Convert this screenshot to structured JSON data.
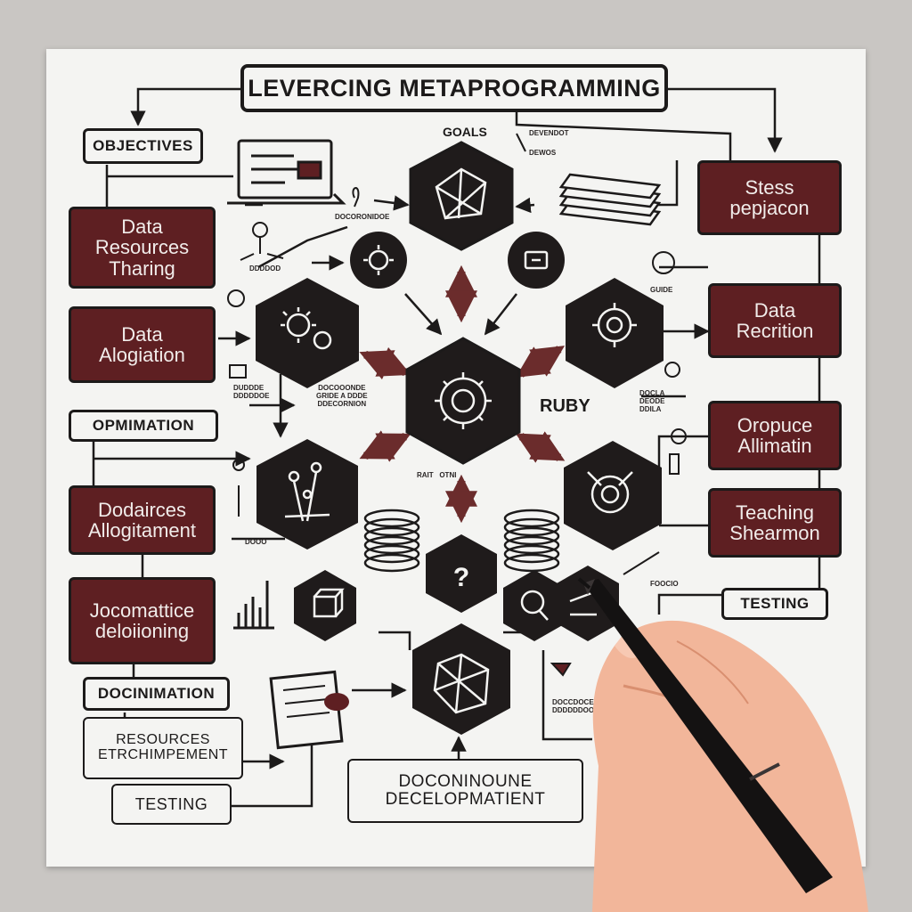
{
  "title": "LEVERCING METAPROGRAMMING",
  "center_label": "RUBY",
  "goals_label": "GOALS",
  "left_boxes": [
    {
      "id": "objectives",
      "text": "OBJECTIVES"
    },
    {
      "id": "data-resources-tharing",
      "text": "Data\nResources\nTharing"
    },
    {
      "id": "data-alogiation",
      "text": "Data\nAlogiation"
    },
    {
      "id": "opmimation",
      "text": "OPMIMATION"
    },
    {
      "id": "dodairces-allogitament",
      "text": "Dodairces\nAllogitament"
    },
    {
      "id": "jocomattice-delolioning",
      "text": "Jocomattice\ndeloiioning"
    },
    {
      "id": "docinimation",
      "text": "DOCINIMATION"
    }
  ],
  "right_boxes": [
    {
      "id": "stess-pepjacon",
      "text": "Stess\npepjacon"
    },
    {
      "id": "data-recrition",
      "text": "Data\nRecrition"
    },
    {
      "id": "oropuce-allimatin",
      "text": "Oropuce\nAllimatin"
    },
    {
      "id": "teaching-shearmon",
      "text": "Teaching\nShearmon"
    },
    {
      "id": "testing-right",
      "text": "TESTING"
    }
  ],
  "bottom_boxes": [
    {
      "id": "resources-etrchimpement",
      "text": "RESOURCES\nETRCHIMPEMENT"
    },
    {
      "id": "testing-bottom",
      "text": "TESTING"
    },
    {
      "id": "doconinoune-decelopmatient",
      "text": "DOCONINOUNE\nDECELOPMATIENT"
    }
  ],
  "scribbles": [
    "DOCORONIDOE",
    "DEVENDOT",
    "DEWOS",
    "DDDDOD",
    "GUIDE",
    "DUDDDE\nDDDDDOE",
    "DOCOOONDE\nGRIDE A DDDE\nDDECORNION",
    "DOCLA\nDEODE\nDDILA",
    "DOOO",
    "RAIT   OTNI",
    "FOOCIO",
    "DOCCDOCE\nDDDDDDOON"
  ],
  "colors": {
    "maroon": "#5e1f22",
    "ink": "#1c1a1a",
    "paper": "#f4f4f2",
    "backdrop": "#c9c6c3"
  }
}
